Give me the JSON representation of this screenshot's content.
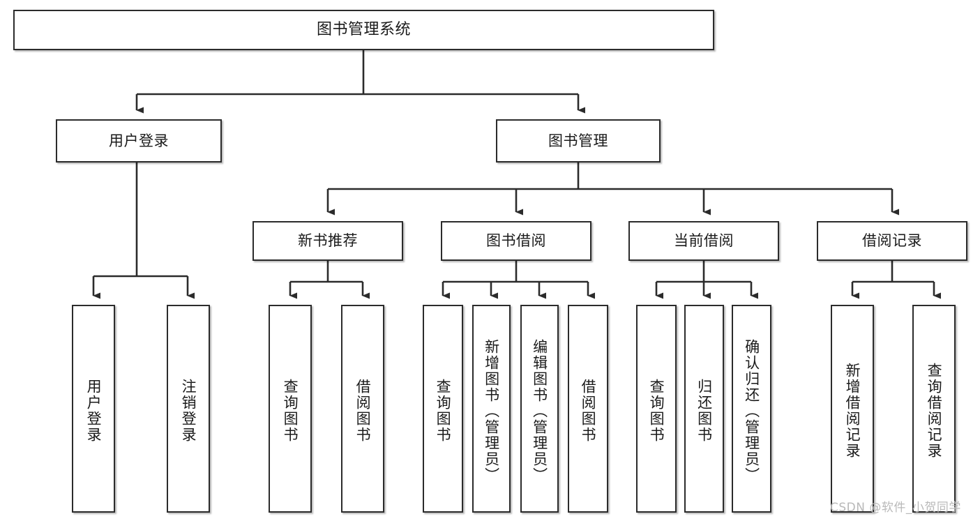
{
  "diagram": {
    "type": "tree-hierarchy",
    "title": "图书管理系统",
    "orientation": "top-down",
    "colors": {
      "box_border": "#2b2b2b",
      "box_fill": "#ffffff",
      "edge": "#2b2b2b",
      "text": "#1a1a1a",
      "watermark": "#b9b9b9"
    },
    "nodes": {
      "root": {
        "label": "图书管理系统"
      },
      "level2": [
        {
          "id": "user-login",
          "label": "用户登录"
        },
        {
          "id": "book-manage",
          "label": "图书管理"
        }
      ],
      "level3": [
        {
          "id": "new-book-recommend",
          "label": "新书推荐"
        },
        {
          "id": "book-borrow",
          "label": "图书借阅"
        },
        {
          "id": "current-borrow",
          "label": "当前借阅"
        },
        {
          "id": "borrow-record",
          "label": "借阅记录"
        }
      ],
      "leaves": {
        "user-login": [
          {
            "id": "leaf-user-login",
            "label": "用户登录"
          },
          {
            "id": "leaf-logout-login",
            "label": "注销登录"
          }
        ],
        "new-book-recommend": [
          {
            "id": "leaf-query-book-1",
            "label": "查询图书"
          },
          {
            "id": "leaf-borrow-book-1",
            "label": "借阅图书"
          }
        ],
        "book-borrow": [
          {
            "id": "leaf-query-book-2",
            "label": "查询图书"
          },
          {
            "id": "leaf-add-book",
            "label": "新增图书（管理员）"
          },
          {
            "id": "leaf-edit-book",
            "label": "编辑图书（管理员）"
          },
          {
            "id": "leaf-borrow-book-2",
            "label": "借阅图书"
          }
        ],
        "current-borrow": [
          {
            "id": "leaf-query-book-3",
            "label": "查询图书"
          },
          {
            "id": "leaf-return-book",
            "label": "归还图书"
          },
          {
            "id": "leaf-confirm-return",
            "label": "确认归还（管理员）"
          }
        ],
        "borrow-record": [
          {
            "id": "leaf-add-record",
            "label": "新增借阅记录"
          },
          {
            "id": "leaf-query-record",
            "label": "查询借阅记录"
          }
        ]
      }
    },
    "edges": [
      {
        "from": "图书管理系统",
        "to": "用户登录"
      },
      {
        "from": "图书管理系统",
        "to": "图书管理"
      },
      {
        "from": "用户登录",
        "to": "用户登录"
      },
      {
        "from": "用户登录",
        "to": "注销登录"
      },
      {
        "from": "图书管理",
        "to": "新书推荐"
      },
      {
        "from": "图书管理",
        "to": "图书借阅"
      },
      {
        "from": "图书管理",
        "to": "当前借阅"
      },
      {
        "from": "图书管理",
        "to": "借阅记录"
      },
      {
        "from": "新书推荐",
        "to": "查询图书"
      },
      {
        "from": "新书推荐",
        "to": "借阅图书"
      },
      {
        "from": "图书借阅",
        "to": "查询图书"
      },
      {
        "from": "图书借阅",
        "to": "新增图书（管理员）"
      },
      {
        "from": "图书借阅",
        "to": "编辑图书（管理员）"
      },
      {
        "from": "图书借阅",
        "to": "借阅图书"
      },
      {
        "from": "当前借阅",
        "to": "查询图书"
      },
      {
        "from": "当前借阅",
        "to": "归还图书"
      },
      {
        "from": "当前借阅",
        "to": "确认归还（管理员）"
      },
      {
        "from": "借阅记录",
        "to": "新增借阅记录"
      },
      {
        "from": "借阅记录",
        "to": "查询借阅记录"
      }
    ]
  },
  "watermark": {
    "text": "CSDN @软件_小贺同学"
  }
}
